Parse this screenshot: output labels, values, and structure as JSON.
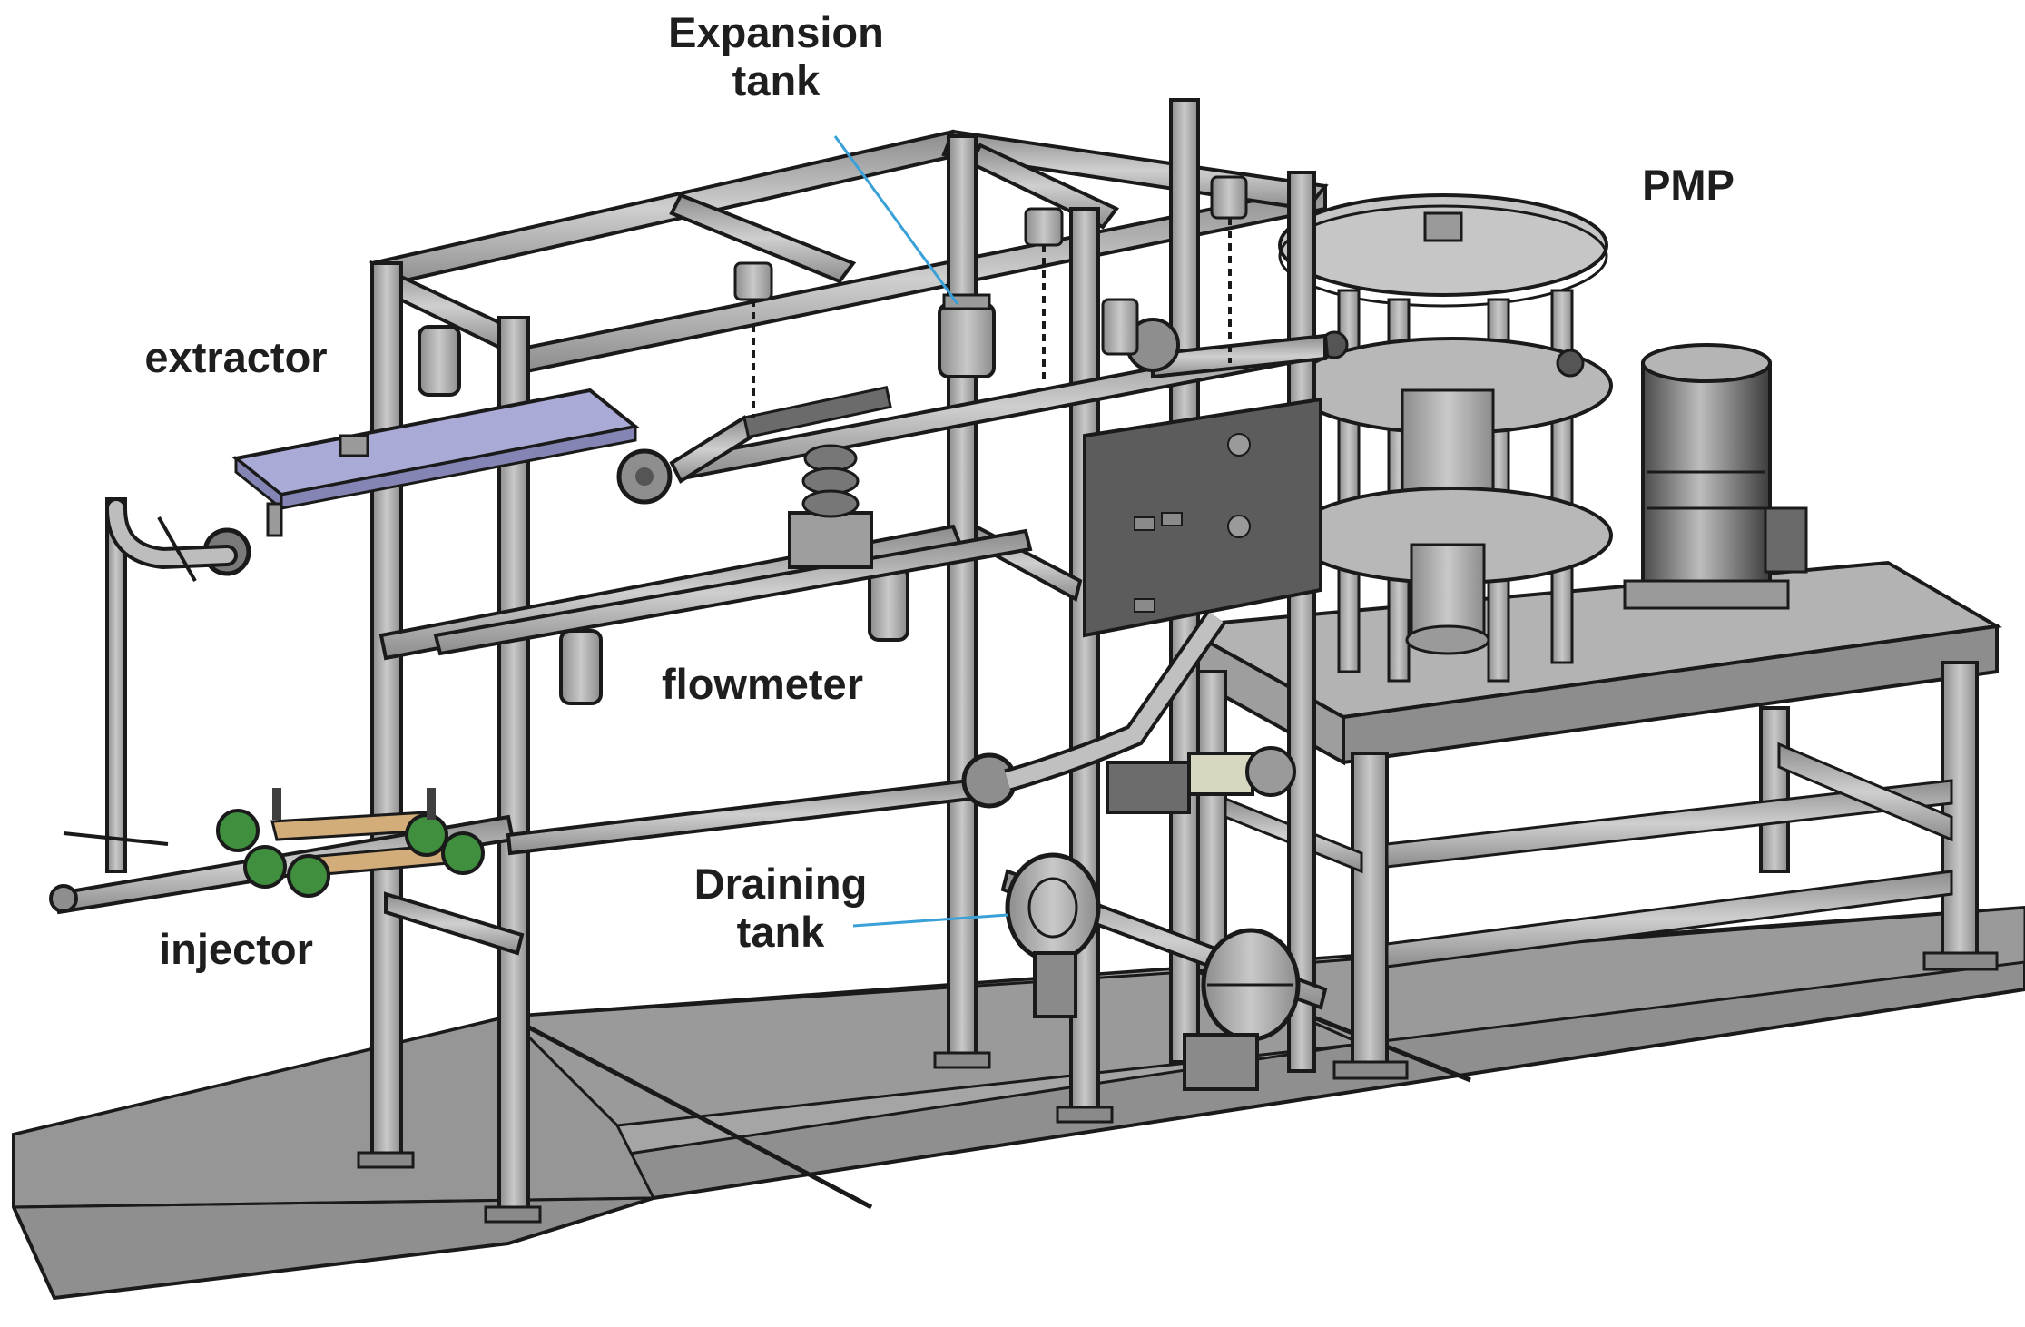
{
  "figure": {
    "labels": {
      "expansion_tank": {
        "line1": "Expansion",
        "line2": "tank"
      },
      "pmp": "PMP",
      "extractor": "extractor",
      "flowmeter": "flowmeter",
      "draining_tank": {
        "line1": "Draining",
        "line2": "tank"
      },
      "injector": "injector"
    },
    "colors": {
      "background": "#ffffff",
      "metal": "#a9a9a9",
      "metal_dark": "#6f6f6f",
      "outline": "#1a1a1a",
      "floor": "#9b9b9b",
      "extractor_plate": "#a9a9d4",
      "injector_tube": "#d2ad7a",
      "valve_green": "#3f8f3f",
      "panel": "#5a5a5a",
      "leader_line": "#3aa0d8",
      "text": "#1e1e1e"
    }
  }
}
